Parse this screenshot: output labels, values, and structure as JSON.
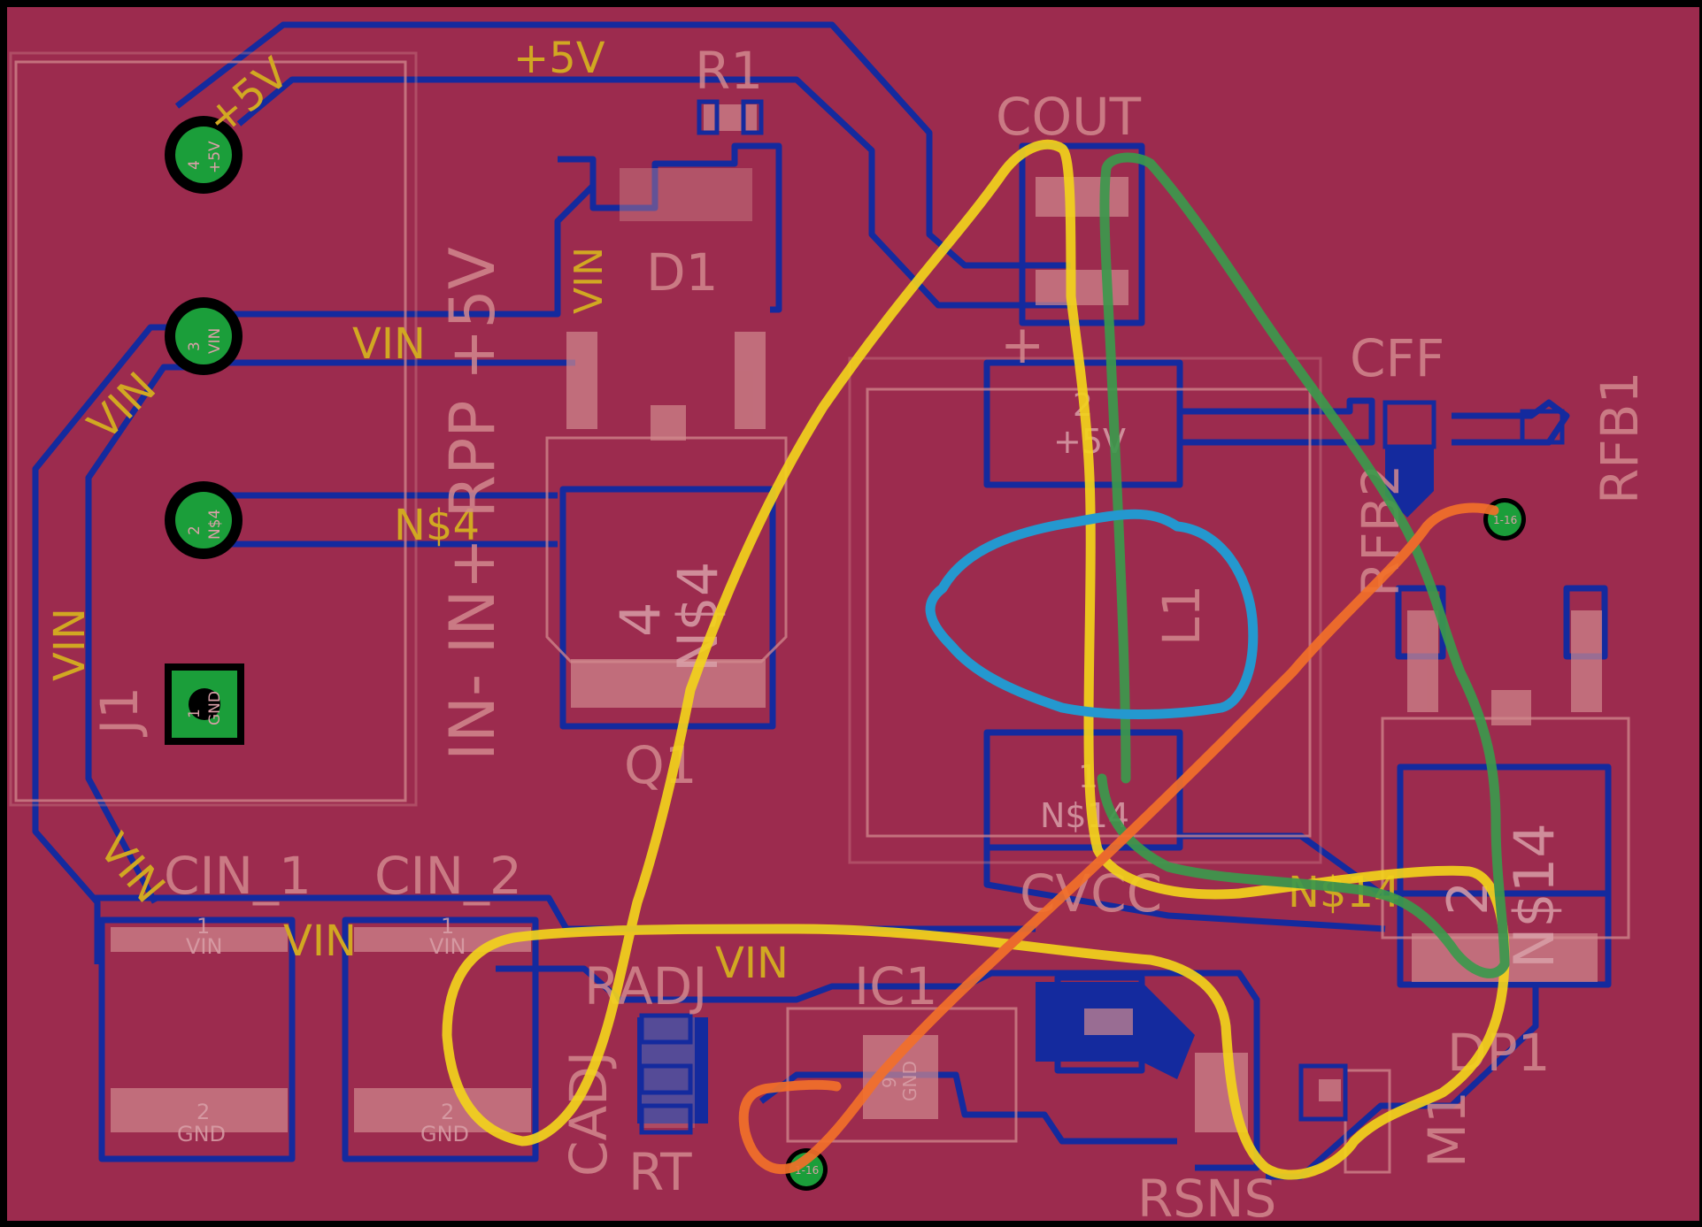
{
  "colors": {
    "board": "#9c2b4e",
    "copper": "#142a9e",
    "silk": "#d28a8e",
    "silk_faint": "#b9606c",
    "net_label": "#d1a822",
    "pad": "#1b9e3a",
    "yellow": "#f2d31c",
    "green": "#3c9a4c",
    "blue": "#1ba2db",
    "orange": "#f2702a"
  },
  "header": {
    "net_5v_top": "+5V",
    "r1": "R1",
    "cout": "COUT",
    "plus_sign": "+"
  },
  "connector": {
    "ref": "J1",
    "silk_vertical": "IN- IN+ RPP +5V",
    "pins": [
      {
        "num": "4",
        "net": "+5V",
        "label": "+5V"
      },
      {
        "num": "3",
        "net": "VIN",
        "label": "VIN"
      },
      {
        "num": "2",
        "net": "N$4",
        "label": "N$4"
      },
      {
        "num": "1",
        "net": "GND",
        "label": ""
      }
    ]
  },
  "traces": {
    "vin_pin3": "VIN",
    "vin_diag": "VIN",
    "vin_left": "VIN",
    "vin_lower": "VIN",
    "vin_d1": "VIN",
    "vin_caps": "VIN",
    "vin_radj": "VIN",
    "n4_trace": "N$4",
    "n14_trace": "N$14"
  },
  "parts": {
    "d1": "D1",
    "q1": "Q1",
    "q1_pad_num": "4",
    "q1_pad_net": "N$4",
    "l1": "L1",
    "l1_pad2_num": "2",
    "l1_pad2_net": "+5V",
    "l1_pad1_num": "1",
    "l1_pad1_net": "N$14",
    "cff": "CFF",
    "rfb1": "RFB1",
    "rfb2": "RFB2",
    "dp1": "DP1",
    "dp1_pad_num": "2",
    "dp1_pad_net": "N$14",
    "cvcc": "CVCC",
    "ic1": "IC1",
    "ic1_pad_num": "9",
    "ic1_pad_net": "GND",
    "radj": "RADJ",
    "cadj": "CADJ",
    "rt": "RT",
    "rsns": "RSNS",
    "m1": "M1",
    "cin1": "CIN_1",
    "cin2": "CIN_2",
    "cin_pad1_num": "1",
    "cin_pad1_net": "VIN",
    "cin_pad2_num": "2",
    "cin_pad2_net": "GND",
    "via_label": "1-16"
  },
  "annotations": [
    {
      "id": "yellow-loop",
      "color": "yellow"
    },
    {
      "id": "green-loop",
      "color": "green"
    },
    {
      "id": "blue-loop",
      "color": "blue"
    },
    {
      "id": "orange-line",
      "color": "orange"
    }
  ]
}
